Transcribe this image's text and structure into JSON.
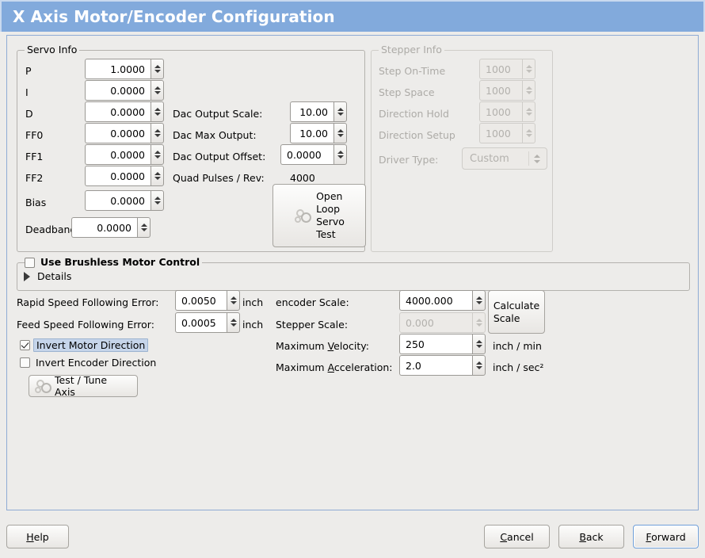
{
  "window": {
    "title": "X Axis Motor/Encoder Configuration",
    "header_color": "#82aadc",
    "accent_color": "#6f9fd8"
  },
  "servo_info": {
    "legend": "Servo Info",
    "rows": [
      {
        "label": "P",
        "value": "1.0000"
      },
      {
        "label": "I",
        "value": "0.0000"
      },
      {
        "label": "D",
        "value": "0.0000"
      },
      {
        "label": "FF0",
        "value": "0.0000"
      },
      {
        "label": "FF1",
        "value": "0.0000"
      },
      {
        "label": "FF2",
        "value": "0.0000"
      },
      {
        "label": "Bias",
        "value": "0.0000"
      },
      {
        "label": "Deadband",
        "value": "0.0000"
      }
    ],
    "dac": [
      {
        "label": "Dac Output Scale:",
        "value": "10.00"
      },
      {
        "label": "Dac Max Output:",
        "value": "10.00"
      },
      {
        "label": "Dac Output Offset:",
        "value": "0.0000"
      }
    ],
    "quad_pulses_label": "Quad Pulses / Rev:",
    "quad_pulses_value": "4000",
    "open_loop_button": "Open\nLoop\nServo\nTest",
    "open_loop_lines": [
      "Open",
      "Loop",
      "Servo",
      "Test"
    ]
  },
  "stepper_info": {
    "legend": "Stepper Info",
    "disabled": true,
    "rows": [
      {
        "label": "Step On-Time",
        "value": "1000"
      },
      {
        "label": "Step Space",
        "value": "1000"
      },
      {
        "label": "Direction Hold",
        "value": "1000"
      },
      {
        "label": "Direction Setup",
        "value": "1000"
      }
    ],
    "driver_type_label": "Driver Type:",
    "driver_type_value": "Custom"
  },
  "brushless": {
    "checkbox_label": "Use Brushless Motor Control",
    "checked": false,
    "details_label": "Details",
    "details_expanded": false
  },
  "tuning": {
    "rapid_error_label": "Rapid Speed Following Error:",
    "rapid_error_value": "0.0050",
    "rapid_error_unit": "inch",
    "feed_error_label": "Feed Speed Following Error:",
    "feed_error_value": "0.0005",
    "feed_error_unit": "inch",
    "invert_motor_label": "Invert Motor Direction",
    "invert_motor_checked": true,
    "invert_encoder_label": "Invert Encoder Direction",
    "invert_encoder_checked": false,
    "test_tune_button": "Test / Tune Axis"
  },
  "scales": {
    "encoder_scale_label": "encoder Scale:",
    "encoder_scale_value": "4000.000",
    "stepper_scale_label": "Stepper Scale:",
    "stepper_scale_value": "0.000",
    "stepper_scale_disabled": true,
    "calculate_button_lines": [
      "Calculate",
      "Scale"
    ],
    "max_velocity_label_pre": "Maximum ",
    "max_velocity_label_mn": "V",
    "max_velocity_label_post": "elocity:",
    "max_velocity_value": "250",
    "max_velocity_unit": "inch / min",
    "max_accel_label_pre": "Maximum ",
    "max_accel_label_mn": "A",
    "max_accel_label_post": "cceleration:",
    "max_accel_value": "2.0",
    "max_accel_unit": "inch / sec²"
  },
  "footer": {
    "help_mn": "H",
    "help_rest": "elp",
    "cancel_mn": "C",
    "cancel_rest": "ancel",
    "back_mn": "B",
    "back_rest": "ack",
    "forward_mn": "F",
    "forward_rest": "orward"
  }
}
